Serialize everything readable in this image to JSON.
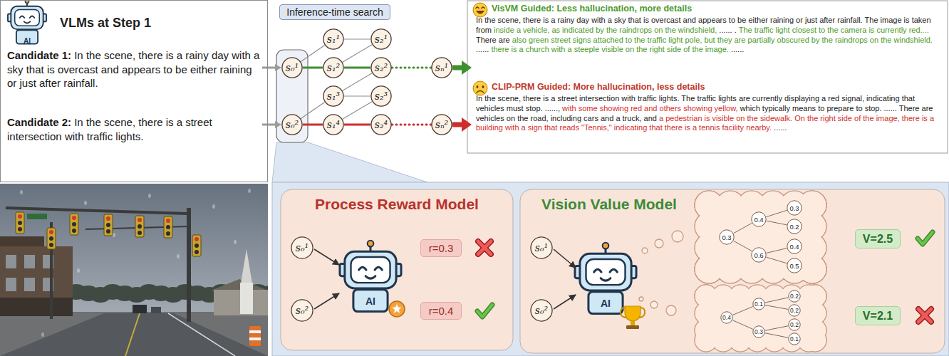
{
  "diagram": {
    "nodes": [
      {
        "text": [
          "VLMs at Step 1"
        ]
      },
      {
        "text": [
          "Candidate 1: In the scene, there is a rainy day with a sky that is overcast and appears to be either raining or just after rainfall."
        ],
        "in": 0
      },
      {
        "text": [
          "Candidate 2: In the scene, there is a street intersection with traffic lights."
        ],
        "in": 0
      },
      {
        "text": [
          "Inference-time search"
        ]
      },
      {
        "text": [
          "s₀¹"
        ]
      },
      {
        "text": [
          "s₀²"
        ]
      },
      {
        "text": [
          "s₁¹"
        ]
      },
      {
        "text": [
          "s₁²"
        ]
      },
      {
        "text": [
          "s₁³"
        ]
      },
      {
        "text": [
          "s₁⁴"
        ]
      },
      {
        "text": [
          "s₂¹"
        ]
      },
      {
        "text": [
          "s₂²"
        ]
      },
      {
        "text": [
          "s₂³"
        ]
      },
      {
        "text": [
          "s₂⁴"
        ]
      },
      {
        "text": [
          "sₙ¹"
        ]
      },
      {
        "text": [
          "sₙ²"
        ]
      },
      {
        "text": [
          "VisVM Guided: Less hallucination, more details",
          "In the scene, there is a rainy day with a sky that is overcast and appears to be either raining or just after rainfall. The image is taken from inside a vehicle, as indicated by the raindrops on the windshield, ...... . The traffic light closest to the camera is currently red.... There are also green street signs attached to the traffic light pole, but they are partially obscured by the raindrops on the windshield. ...... there is a church with a steeple visible on the right side of the image. ......"
        ]
      },
      {
        "text": [
          "CLIP-PRM Guided: More hallucination, less details",
          "In the scene, there is a street intersection with traffic lights. The traffic lights are currently displaying a red signal, indicating that vehicles must stop. ......, with some showing red and others showing yellow, which typically means to prepare to stop. ...... There are vehicles on the road, including cars and a truck, and a pedestrian is visible on the sidewalk. On the right side of the image, there is a building with a sign that reads \"Tennis,\" indicating that there is a tennis facility nearby. ......"
        ]
      },
      {
        "text": [
          "Process Reward Model"
        ]
      },
      {
        "text": [
          "s₀¹"
        ],
        "in": 18
      },
      {
        "text": [
          "s₀²"
        ],
        "in": 18
      },
      {
        "text": [
          "r=0.3"
        ],
        "in": 18
      },
      {
        "text": [
          "r=0.4"
        ],
        "in": 18
      },
      {
        "text": [
          "Vision Value Model"
        ]
      },
      {
        "text": [
          "s₀¹"
        ],
        "in": 23
      },
      {
        "text": [
          "s₀²"
        ],
        "in": 23
      },
      {
        "text": [
          "0.3"
        ],
        "in": 23
      },
      {
        "text": [
          "0.4"
        ],
        "in": 23
      },
      {
        "text": [
          "0.6"
        ],
        "in": 23
      },
      {
        "text": [
          "0.3"
        ],
        "in": 23
      },
      {
        "text": [
          "0.2"
        ],
        "in": 23
      },
      {
        "text": [
          "0.4"
        ],
        "in": 23
      },
      {
        "text": [
          "0.5"
        ],
        "in": 23
      },
      {
        "text": [
          "0.4"
        ],
        "in": 23
      },
      {
        "text": [
          "0.1"
        ],
        "in": 23
      },
      {
        "text": [
          "0.3"
        ],
        "in": 23
      },
      {
        "text": [
          "0.2"
        ],
        "in": 23
      },
      {
        "text": [
          "0.2"
        ],
        "in": 23
      },
      {
        "text": [
          "0.2"
        ],
        "in": 23
      },
      {
        "text": [
          "0.1"
        ],
        "in": 23
      },
      {
        "text": [
          "V=2.5"
        ],
        "in": 23
      },
      {
        "text": [
          "V=2.1"
        ],
        "in": 23
      }
    ],
    "edges": [
      {
        "from": 1,
        "to": 4,
        "arrow": "to"
      },
      {
        "from": 2,
        "to": 5,
        "arrow": "to"
      },
      {
        "from": 4,
        "to": 6,
        "arrow": "none"
      },
      {
        "from": 4,
        "to": 7,
        "arrow": "none"
      },
      {
        "from": 5,
        "to": 8,
        "arrow": "none"
      },
      {
        "from": 5,
        "to": 9,
        "arrow": "none"
      },
      {
        "from": 6,
        "to": 10,
        "arrow": "none"
      },
      {
        "from": 7,
        "to": 10,
        "arrow": "none"
      },
      {
        "from": 7,
        "to": 11,
        "arrow": "none"
      },
      {
        "from": 8,
        "to": 11,
        "arrow": "none"
      },
      {
        "from": 8,
        "to": 12,
        "arrow": "none"
      },
      {
        "from": 9,
        "to": 12,
        "arrow": "none"
      },
      {
        "from": 9,
        "to": 13,
        "arrow": "none"
      },
      {
        "from": 11,
        "to": 14,
        "arrow": "none"
      },
      {
        "from": 13,
        "to": 15,
        "arrow": "none"
      },
      {
        "from": 14,
        "to": 16,
        "arrow": "to"
      },
      {
        "from": 15,
        "to": 17,
        "arrow": "to"
      },
      {
        "from": 26,
        "to": 27,
        "arrow": "none"
      },
      {
        "from": 26,
        "to": 28,
        "arrow": "none"
      },
      {
        "from": 27,
        "to": 29,
        "arrow": "none"
      },
      {
        "from": 27,
        "to": 30,
        "arrow": "none"
      },
      {
        "from": 28,
        "to": 31,
        "arrow": "none"
      },
      {
        "from": 28,
        "to": 32,
        "arrow": "none"
      },
      {
        "from": 33,
        "to": 34,
        "arrow": "none"
      },
      {
        "from": 33,
        "to": 35,
        "arrow": "none"
      },
      {
        "from": 34,
        "to": 36,
        "arrow": "none"
      },
      {
        "from": 34,
        "to": 37,
        "arrow": "none"
      },
      {
        "from": 35,
        "to": 38,
        "arrow": "none"
      },
      {
        "from": 35,
        "to": 39,
        "arrow": "none"
      }
    ],
    "labels": [
      "AI",
      "AI",
      "AI"
    ]
  }
}
